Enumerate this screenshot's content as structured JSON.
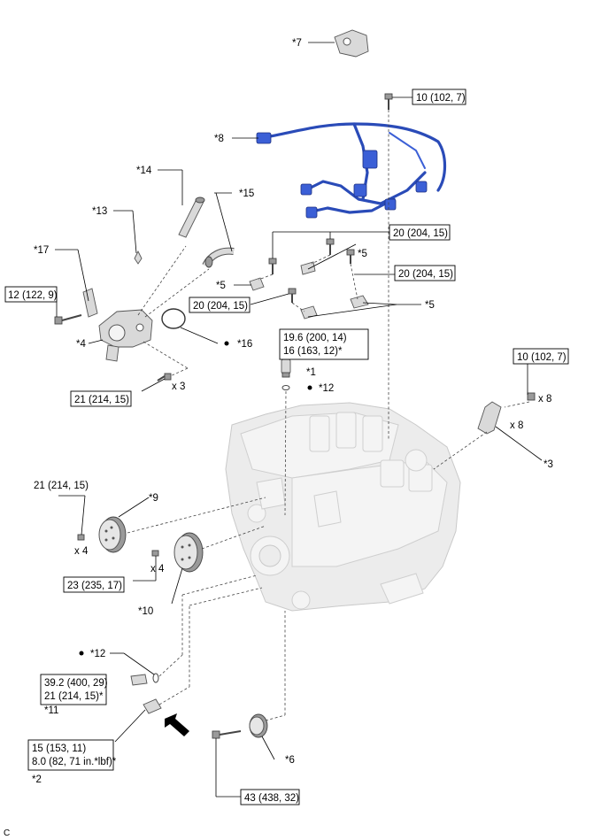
{
  "callouts": {
    "c1": "*1",
    "c2": "*2",
    "c3": "*3",
    "c4": "*4",
    "c5": "*5",
    "c6": "*6",
    "c7": "*7",
    "c8": "*8",
    "c9": "*9",
    "c10": "*10",
    "c11": "*11",
    "c12": "*12",
    "c13": "*13",
    "c14": "*14",
    "c15": "*15",
    "c16": "*16",
    "c17": "*17"
  },
  "quantities": {
    "x3": "x 3",
    "x4": "x 4",
    "x8": "x 8"
  },
  "torques": {
    "t10_top": "10 (102, 7)",
    "t20_a": "20 (204, 15)",
    "t20_b": "20 (204, 15)",
    "t20_c": "20 (204, 15)",
    "t12": "12 (122, 9)",
    "t19_line1": "19.6 (200, 14)",
    "t19_line2": "16 (163, 12)*",
    "t10_right": "10 (102, 7)",
    "t21_a": "21 (214, 15)",
    "t21_b": "21 (214, 15)",
    "t23": "23 (235, 17)",
    "t39_line1": "39.2 (400, 29)",
    "t39_line2": "21 (214, 15)*",
    "t15_line1": "15 (153, 11)",
    "t15_line2": "8.0 (82, 71 in.*lbf)*",
    "t43": "43 (438, 32)"
  },
  "footer_code": "C",
  "colors": {
    "harness": "#2a4bb8",
    "engine": "#ececec",
    "line": "#000000"
  }
}
